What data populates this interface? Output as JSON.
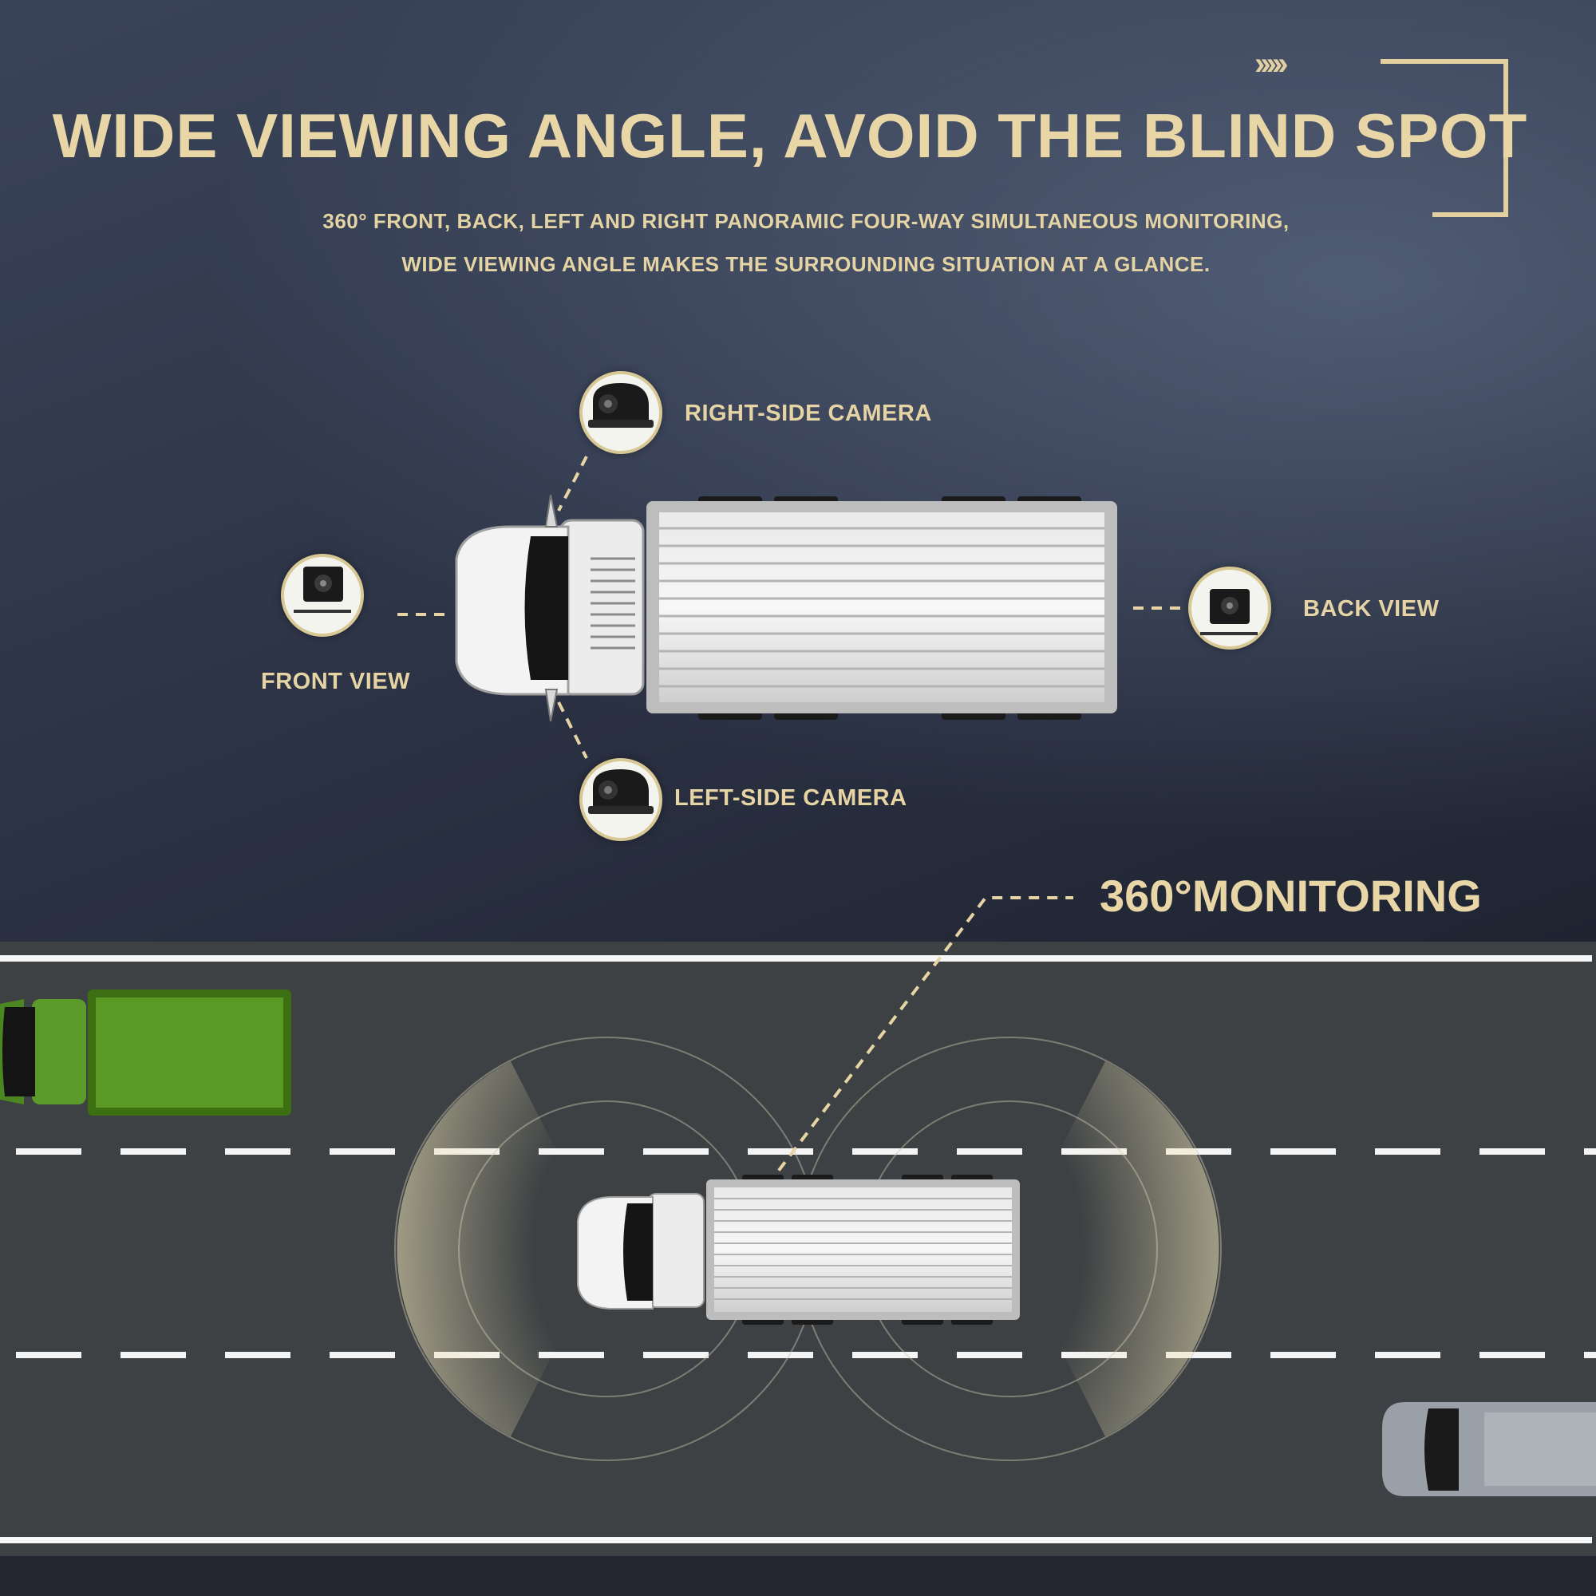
{
  "headline": "WIDE VIEWING ANGLE, AVOID THE BLIND SPOT",
  "subtitle_line1": "360° FRONT, BACK, LEFT AND RIGHT PANORAMIC FOUR-WAY SIMULTANEOUS MONITORING,",
  "subtitle_line2": "WIDE VIEWING ANGLE MAKES THE SURROUNDING SITUATION AT A GLANCE.",
  "decor": {
    "chevrons": "›››››"
  },
  "cameras": {
    "right_side": "RIGHT-SIDE CAMERA",
    "left_side": "LEFT-SIDE CAMERA",
    "front": "FRONT VIEW",
    "back": "BACK VIEW"
  },
  "monitoring_label": "360°MONITORING",
  "colors": {
    "accent": "#e6d4a4",
    "background": "#2b3244",
    "road": "#3d4143",
    "green_truck": "#4e8a1c"
  }
}
